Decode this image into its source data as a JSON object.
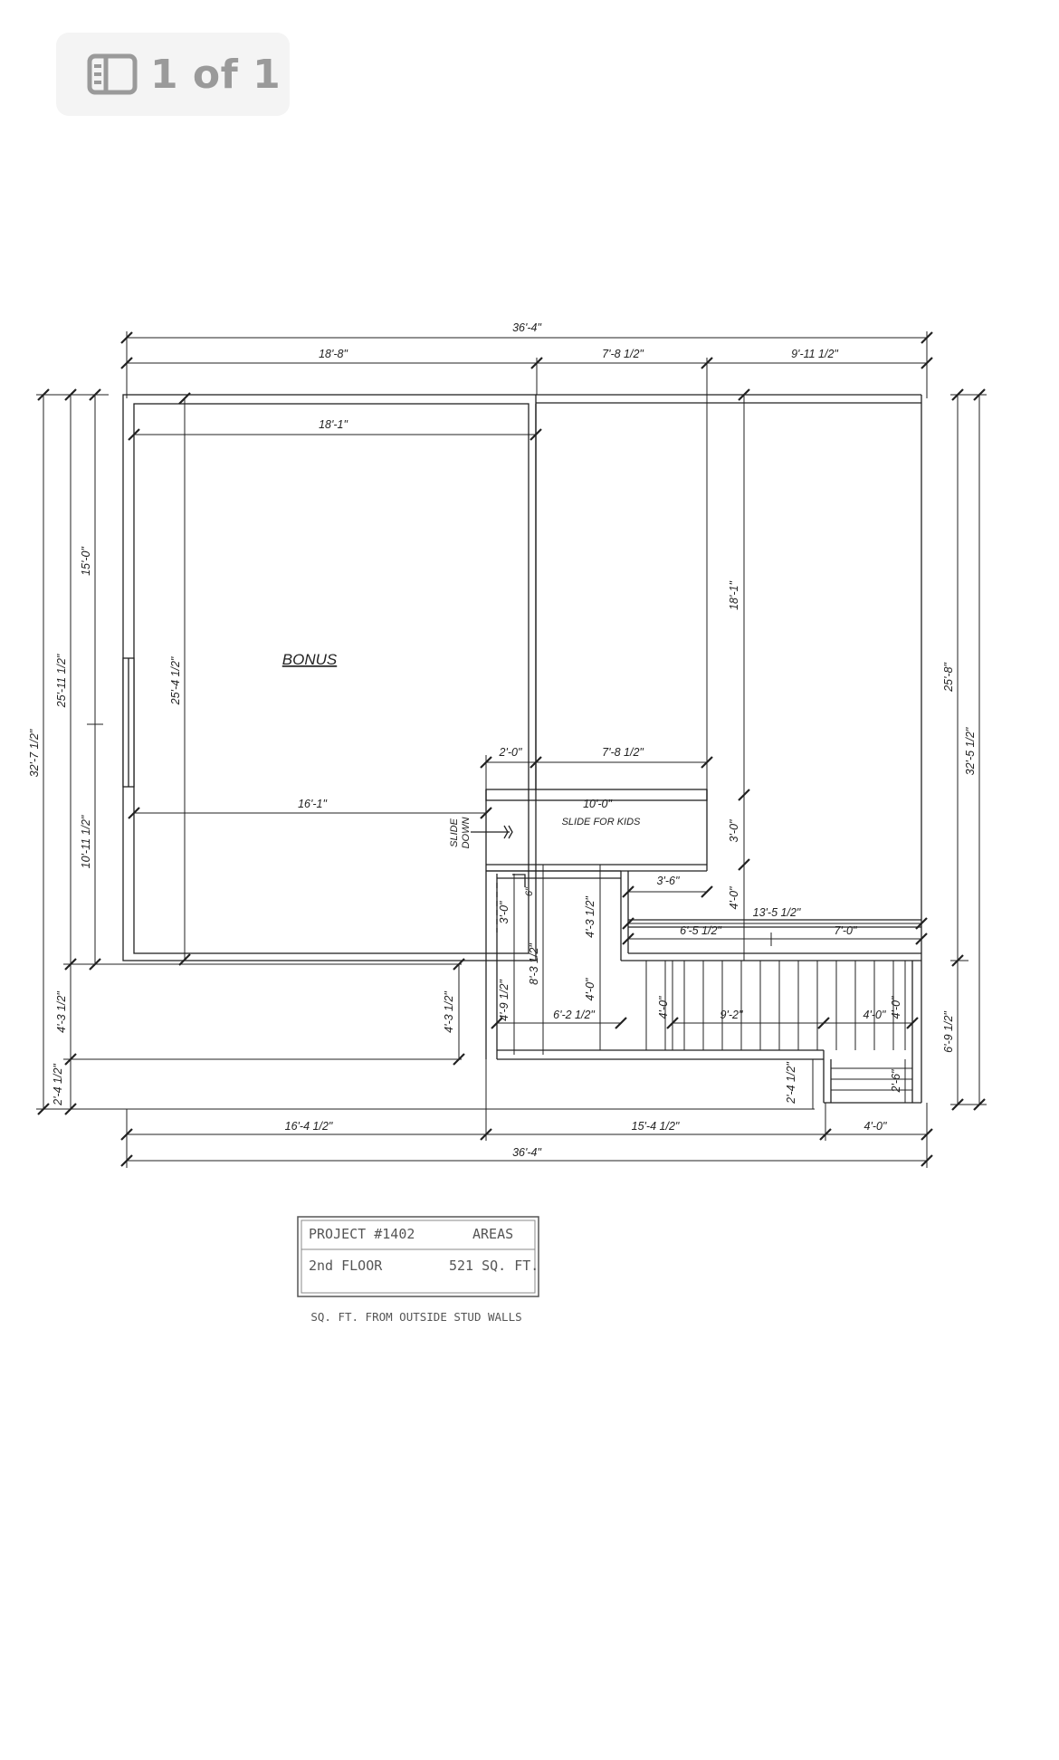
{
  "viewer": {
    "page_indicator": "1 of 1",
    "icon": "page-thumbnails-icon"
  },
  "plan": {
    "room_label": "BONUS",
    "slide_label": "SLIDE FOR KIDS",
    "slide_down_1": "SLIDE",
    "slide_down_2": "DOWN",
    "dims": {
      "top_total": "36'-4\"",
      "top_a": "18'-8\"",
      "top_b": "7'-8 1/2\"",
      "top_c": "9'-11 1/2\"",
      "bonus_width": "18'-1\"",
      "bonus_height": "25'-4 1/2\"",
      "bonus_lower_width": "16'-1\"",
      "left_total": "32'-7 1/2\"",
      "left_a": "25'-11 1/2\"",
      "left_b": "15'-0\"",
      "left_c": "10'-11 1/2\"",
      "left_d": "4'-3 1/2\"",
      "left_e": "2'-4 1/2\"",
      "mid_height": "4'-3 1/2\"",
      "d_2_0": "2'-0\"",
      "d_7_8": "7'-8 1/2\"",
      "d_18_1": "18'-1\"",
      "d_10_0": "10'-0\"",
      "d_3_0_right": "3'-0\"",
      "d_3_6": "3'-6\"",
      "d_4_0_right": "4'-0\"",
      "d_13_5": "13'-5 1/2\"",
      "d_6_5": "6'-5 1/2\"",
      "d_7_0": "7'-0\"",
      "d_6": "6\"",
      "d_3_0_left": "3'-0\"",
      "d_8_3": "8'-3 1/2\"",
      "d_4_3_inner": "4'-3 1/2\"",
      "d_4_0_inner": "4'-0\"",
      "d_4_9": "4'-9 1/2\"",
      "d_6_2": "6'-2 1/2\"",
      "d_4_0_stair": "4'-0\"",
      "d_9_2": "9'-2\"",
      "d_4_0_land": "4'-0\"",
      "d_4_0_land_v": "4'-0\"",
      "d_2_6": "2'-6\"",
      "d_2_4_right": "2'-4 1/2\"",
      "right_a": "25'-8\"",
      "right_b": "32'-5 1/2\"",
      "right_c": "6'-9 1/2\"",
      "bottom_a": "16'-4 1/2\"",
      "bottom_b": "15'-4 1/2\"",
      "bottom_c": "4'-0\"",
      "bottom_total": "36'-4\""
    }
  },
  "title_block": {
    "project": "PROJECT #1402",
    "areas_header": "AREAS",
    "floor": "2nd FLOOR",
    "area": "521 SQ. FT.",
    "note": "SQ. FT. FROM OUTSIDE STUD WALLS"
  }
}
